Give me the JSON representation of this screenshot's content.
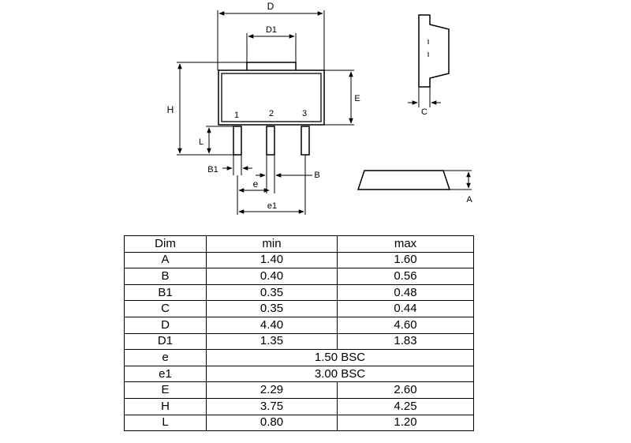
{
  "drawing": {
    "labels": {
      "D": "D",
      "D1": "D1",
      "H": "H",
      "E": "E",
      "L": "L",
      "B1": "B1",
      "B": "B",
      "e": "e",
      "e1": "e1",
      "C": "C",
      "A": "A",
      "pin1": "1",
      "pin2": "2",
      "pin3": "3"
    }
  },
  "table": {
    "headers": [
      "Dim",
      "min",
      "max"
    ],
    "rows": [
      {
        "dim": "A",
        "min": "1.40",
        "max": "1.60"
      },
      {
        "dim": "B",
        "min": "0.40",
        "max": "0.56"
      },
      {
        "dim": "B1",
        "min": "0.35",
        "max": "0.48"
      },
      {
        "dim": "C",
        "min": "0.35",
        "max": "0.44"
      },
      {
        "dim": "D",
        "min": "4.40",
        "max": "4.60"
      },
      {
        "dim": "D1",
        "min": "1.35",
        "max": "1.83"
      },
      {
        "dim": "e",
        "value": "1.50 BSC"
      },
      {
        "dim": "e1",
        "value": "3.00 BSC"
      },
      {
        "dim": "E",
        "min": "2.29",
        "max": "2.60"
      },
      {
        "dim": "H",
        "min": "3.75",
        "max": "4.25"
      },
      {
        "dim": "L",
        "min": "0.80",
        "max": "1.20"
      }
    ]
  }
}
